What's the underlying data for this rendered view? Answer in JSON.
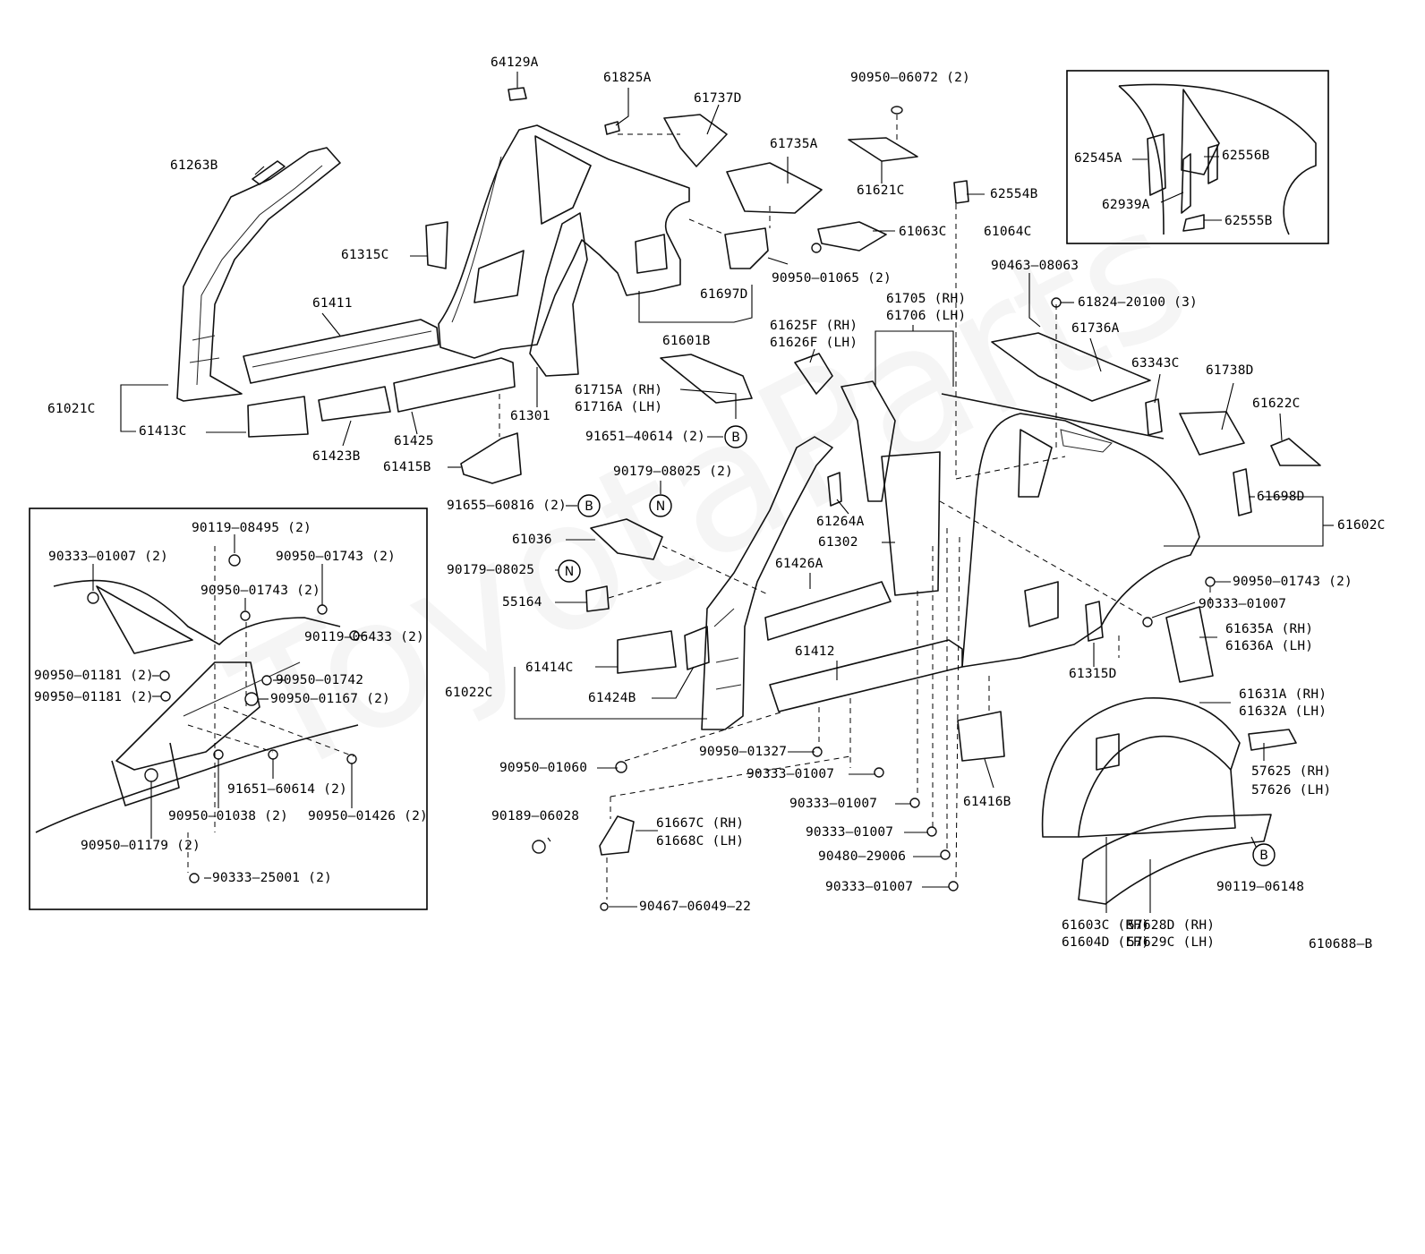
{
  "diagram_id": "610688–B",
  "labels": [
    {
      "id": "l1",
      "text": "64129A"
    },
    {
      "id": "l2",
      "text": "61825A"
    },
    {
      "id": "l3",
      "text": "61737D"
    },
    {
      "id": "l4",
      "text": "90950–06072 (2)"
    },
    {
      "id": "l5",
      "text": "61263B"
    },
    {
      "id": "l6",
      "text": "61735A"
    },
    {
      "id": "l7",
      "text": "61621C"
    },
    {
      "id": "l8",
      "text": "62545A"
    },
    {
      "id": "l9",
      "text": "62556B"
    },
    {
      "id": "l10",
      "text": "62939A"
    },
    {
      "id": "l11",
      "text": "62555B"
    },
    {
      "id": "l12",
      "text": "62554B"
    },
    {
      "id": "l13",
      "text": "61315C"
    },
    {
      "id": "l14",
      "text": "61063C"
    },
    {
      "id": "l15",
      "text": "61064C"
    },
    {
      "id": "l16",
      "text": "90950–01065 (2)"
    },
    {
      "id": "l17",
      "text": "90463–08063"
    },
    {
      "id": "l18",
      "text": "61411"
    },
    {
      "id": "l19",
      "text": "61697D"
    },
    {
      "id": "l20",
      "text": "61705 (RH)"
    },
    {
      "id": "l21",
      "text": "61706 (LH)"
    },
    {
      "id": "l22",
      "text": "61824–20100 (3)"
    },
    {
      "id": "l23",
      "text": "61601B"
    },
    {
      "id": "l24",
      "text": "61625F (RH)"
    },
    {
      "id": "l25",
      "text": "61626F (LH)"
    },
    {
      "id": "l26",
      "text": "61736A"
    },
    {
      "id": "l27",
      "text": "63343C"
    },
    {
      "id": "l28",
      "text": "61738D"
    },
    {
      "id": "l29",
      "text": "61715A (RH)"
    },
    {
      "id": "l30",
      "text": "61716A (LH)"
    },
    {
      "id": "l31",
      "text": "61021C"
    },
    {
      "id": "l32",
      "text": "61301"
    },
    {
      "id": "l33",
      "text": "61425"
    },
    {
      "id": "l34",
      "text": "61413C"
    },
    {
      "id": "l35",
      "text": "61423B"
    },
    {
      "id": "l36",
      "text": "91651–40614 (2)"
    },
    {
      "id": "l37",
      "text": "61622C"
    },
    {
      "id": "l38",
      "text": "61415B"
    },
    {
      "id": "l39",
      "text": "90179–08025 (2)"
    },
    {
      "id": "l40",
      "text": "91655–60816 (2)"
    },
    {
      "id": "l41",
      "text": "61264A"
    },
    {
      "id": "l42",
      "text": "61698D"
    },
    {
      "id": "l43",
      "text": "61602C"
    },
    {
      "id": "l44",
      "text": "61036"
    },
    {
      "id": "l45",
      "text": "61302"
    },
    {
      "id": "l46",
      "text": "90119–08495 (2)"
    },
    {
      "id": "l47",
      "text": "90333–01007 (2)"
    },
    {
      "id": "l48",
      "text": "90950–01743 (2)"
    },
    {
      "id": "l49",
      "text": "90950–01743 (2)"
    },
    {
      "id": "l50",
      "text": "90179–08025"
    },
    {
      "id": "l51",
      "text": "61426A"
    },
    {
      "id": "l52",
      "text": "90950–01743 (2)"
    },
    {
      "id": "l53",
      "text": "55164"
    },
    {
      "id": "l54",
      "text": "90333–01007"
    },
    {
      "id": "l55",
      "text": "61635A (RH)"
    },
    {
      "id": "l56",
      "text": "61636A (LH)"
    },
    {
      "id": "l57",
      "text": "90119–06433 (2)"
    },
    {
      "id": "l58",
      "text": "61412"
    },
    {
      "id": "l59",
      "text": "90950–01181 (2)"
    },
    {
      "id": "l60",
      "text": "90950–01742"
    },
    {
      "id": "l61",
      "text": "61414C"
    },
    {
      "id": "l62",
      "text": "61315D"
    },
    {
      "id": "l63",
      "text": "90950–01181 (2)"
    },
    {
      "id": "l64",
      "text": "90950–01167 (2)"
    },
    {
      "id": "l65",
      "text": "61022C"
    },
    {
      "id": "l66",
      "text": "61424B"
    },
    {
      "id": "l67",
      "text": "61631A (RH)"
    },
    {
      "id": "l68",
      "text": "61632A (LH)"
    },
    {
      "id": "l69",
      "text": "90950–01327"
    },
    {
      "id": "l70",
      "text": "90950–01060"
    },
    {
      "id": "l71",
      "text": "90333–01007"
    },
    {
      "id": "l72",
      "text": "91651–60614 (2)"
    },
    {
      "id": "l73",
      "text": "57625 (RH)"
    },
    {
      "id": "l74",
      "text": "57626 (LH)"
    },
    {
      "id": "l75",
      "text": "90333–01007"
    },
    {
      "id": "l76",
      "text": "61416B"
    },
    {
      "id": "l77",
      "text": "90950–01038 (2)"
    },
    {
      "id": "l78",
      "text": "90950–01426 (2)"
    },
    {
      "id": "l79",
      "text": "90189–06028"
    },
    {
      "id": "l80",
      "text": "61667C (RH)"
    },
    {
      "id": "l81",
      "text": "61668C (LH)"
    },
    {
      "id": "l82",
      "text": "90333–01007"
    },
    {
      "id": "l83",
      "text": "90950–01179 (2)"
    },
    {
      "id": "l84",
      "text": "90480–29006"
    },
    {
      "id": "l85",
      "text": "90119–06148"
    },
    {
      "id": "l86",
      "text": "90333–25001 (2)"
    },
    {
      "id": "l87",
      "text": "90333–01007"
    },
    {
      "id": "l88",
      "text": "90467–06049–22"
    },
    {
      "id": "l89",
      "text": "61603C (RH)"
    },
    {
      "id": "l90",
      "text": "61604D (LH)"
    },
    {
      "id": "l91",
      "text": "57628D (RH)"
    },
    {
      "id": "l92",
      "text": "57629C (LH)"
    }
  ],
  "callouts": {
    "b": "B",
    "n": "N"
  },
  "watermark": "ToyotaParts"
}
